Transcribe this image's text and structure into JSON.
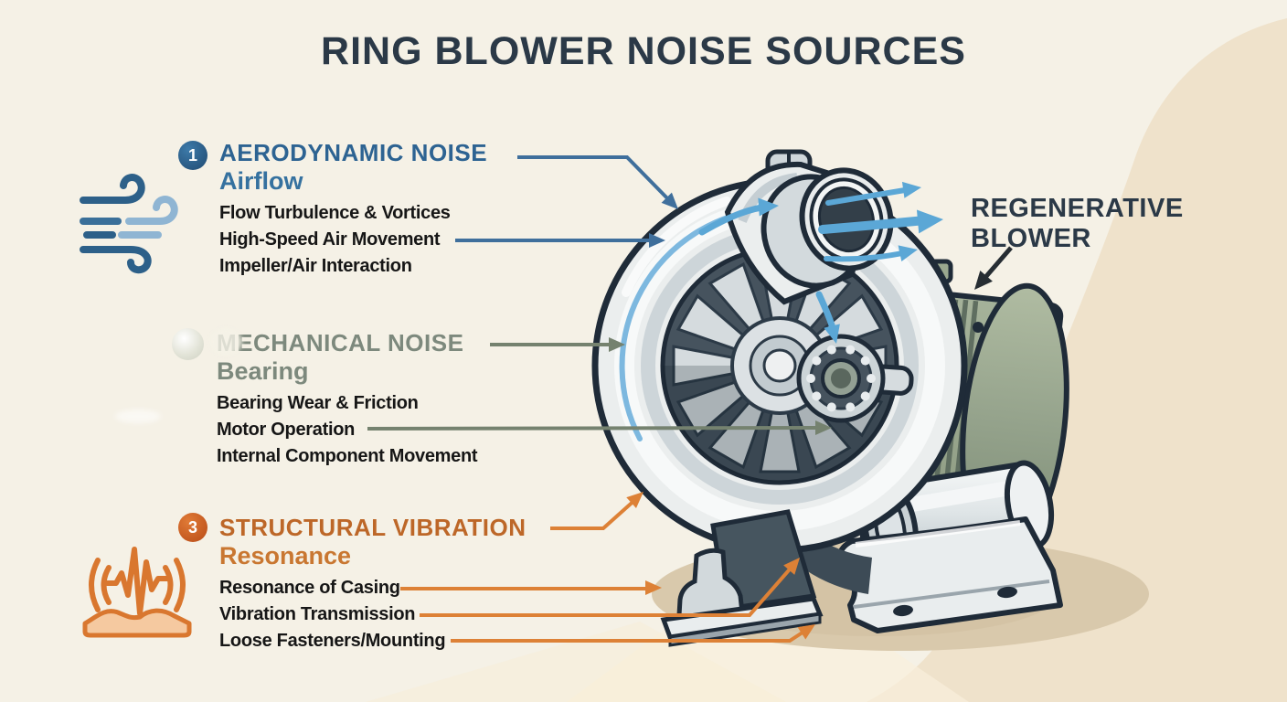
{
  "title": "RING BLOWER NOISE SOURCES",
  "machine_label": {
    "line1": "REGENERATIVE",
    "line2": "BLOWER"
  },
  "sections": [
    {
      "number": "1",
      "heading": "AERODYNAMIC NOISE",
      "subheading": "Airflow",
      "items": [
        "Flow Turbulence & Vortices",
        "High-Speed Air Movement",
        "Impeller/Air Interaction"
      ],
      "icon": "wind-gust-icon",
      "accent_color": "#2d6392"
    },
    {
      "number": "",
      "heading": "MECHANICAL NOISE",
      "subheading": "Bearing",
      "items": [
        "Bearing Wear & Friction",
        "Motor Operation",
        "Internal Component Movement"
      ],
      "icon": "faded-badge",
      "accent_color": "#7d897d"
    },
    {
      "number": "3",
      "heading": "STRUCTURAL VIBRATION",
      "subheading": "Resonance",
      "items": [
        "Resonance of Casing",
        "Vibration Transmission",
        "Loose Fasteners/Mounting"
      ],
      "icon": "vibration-ground-icon",
      "accent_color": "#bd6728"
    }
  ],
  "colors": {
    "background": "#f5f1e6",
    "panel_beige": "#efe2cb",
    "title_navy": "#2b3947",
    "aerodynamic_blue": "#2d6392",
    "mechanical_gray": "#7d897d",
    "vibration_orange": "#bd6728",
    "airflow_arrow_blue": "#5ba7d6",
    "item_text": "#161616"
  }
}
